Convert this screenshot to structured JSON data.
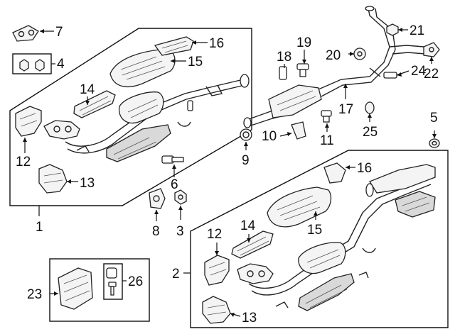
{
  "callouts": {
    "c1": "1",
    "c2": "2",
    "c3": "3",
    "c4": "4",
    "c5": "5",
    "c6": "6",
    "c7": "7",
    "c8": "8",
    "c9": "9",
    "c10": "10",
    "c11": "11",
    "c12a": "12",
    "c12b": "12",
    "c13a": "13",
    "c13b": "13",
    "c14a": "14",
    "c14b": "14",
    "c15a": "15",
    "c15b": "15",
    "c16a": "16",
    "c16b": "16",
    "c17": "17",
    "c18": "18",
    "c19": "19",
    "c20": "20",
    "c21": "21",
    "c22": "22",
    "c23": "23",
    "c24": "24",
    "c25": "25",
    "c26": "26"
  }
}
